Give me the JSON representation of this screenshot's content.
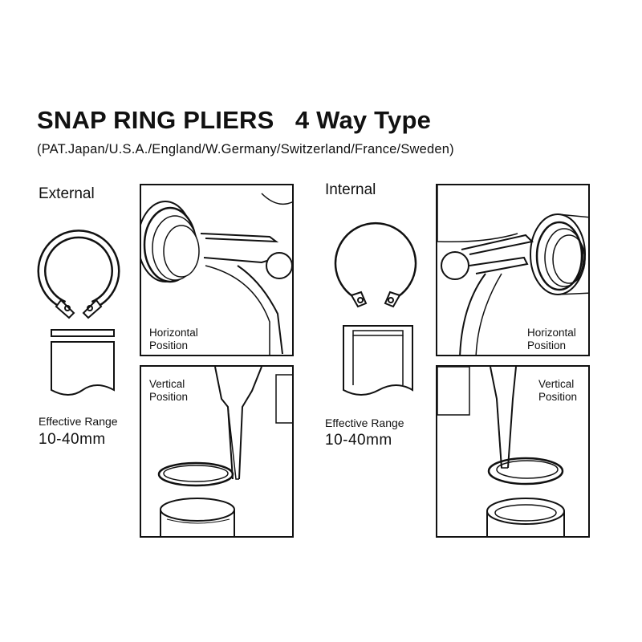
{
  "title": {
    "main": "SNAP RING PLIERS",
    "type": "4 Way Type"
  },
  "patents": "(PAT.Japan/U.S.A./England/W.Germany/Switzerland/France/Sweden)",
  "external": {
    "label": "External",
    "horizontal_label": [
      "Horizontal",
      "Position"
    ],
    "vertical_label": [
      "Vertical",
      "Position"
    ],
    "range_label": "Effective Range",
    "range_value": "10-40mm"
  },
  "internal": {
    "label": "Internal",
    "horizontal_label": [
      "Horizontal",
      "Position"
    ],
    "vertical_label": [
      "Vertical",
      "Position"
    ],
    "range_label": "Effective Range",
    "range_value": "10-40mm"
  }
}
